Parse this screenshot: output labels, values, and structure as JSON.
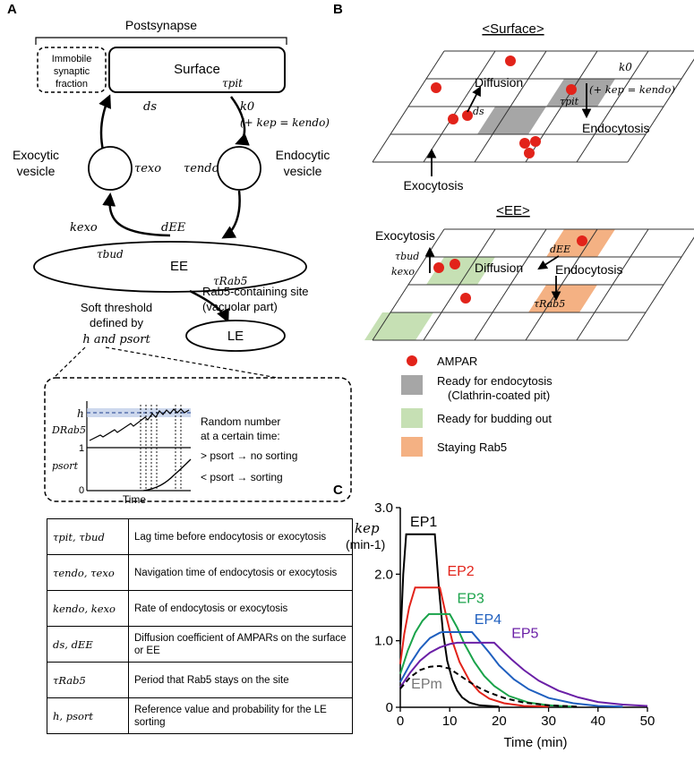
{
  "panels": {
    "a": "A",
    "b": "B",
    "c": "C"
  },
  "panelA": {
    "postsynapse": "Postsynapse",
    "immobile": [
      "Immobile",
      "synaptic",
      "fraction"
    ],
    "surface": "Surface",
    "tau_pit": "τpit",
    "d_s": "ds",
    "k0": "k0",
    "k0_note": "(+ kep = kendo)",
    "exocytic_vesicle": [
      "Exocytic",
      "vesicle"
    ],
    "endocytic_vesicle": [
      "Endocytic",
      "vesicle"
    ],
    "tau_exo": "τexo",
    "tau_endo": "τendo",
    "k_exo": "kexo",
    "d_EE": "dEE",
    "tau_bud": "τbud",
    "EE": "EE",
    "tau_Rab5": "τRab5",
    "rab5_site": [
      "Rab5-containing site",
      "(vacuolar part)"
    ],
    "soft_threshold": [
      "Soft threshold",
      "defined by",
      "h and psort"
    ],
    "LE": "LE",
    "inset": {
      "h": "h",
      "D_Rab5": "DRab5",
      "p_sort": "psort",
      "one": "1",
      "zero": "0",
      "time": "Time",
      "random_text": [
        "Random number",
        "at a certain time:"
      ],
      "no_sorting": "> psort → no sorting",
      "sorting": "< psort → sorting"
    },
    "table": [
      {
        "sym": "τpit, τbud",
        "desc": "Lag time before endocytosis or exocytosis"
      },
      {
        "sym": "τendo, τexo",
        "desc": "Navigation time of endocytosis or exocytosis"
      },
      {
        "sym": "kendo, kexo",
        "desc": "Rate of endocytosis or exocytosis"
      },
      {
        "sym": "ds, dEE",
        "desc": "Diffusion coefficient of AMPARs on the surface or EE"
      },
      {
        "sym": "τRab5",
        "desc": "Period that Rab5 stays on the site"
      },
      {
        "sym": "h, psort",
        "desc": "Reference value and probability for the LE sorting"
      }
    ]
  },
  "panelB": {
    "surface_title": "<Surface>",
    "diffusion": "Diffusion",
    "d_s": "ds",
    "k0": "k0",
    "k0_note": "(+ kep = kendo)",
    "tau_pit": "τpit",
    "endocytosis": "Endocytosis",
    "exocytosis": "Exocytosis",
    "ee_title": "<EE>",
    "ee_exocytosis": "Exocytosis",
    "tau_bud": "τbud",
    "k_exo": "kexo",
    "d_EE": "dEE",
    "ee_diffusion": "Diffusion",
    "ee_endocytosis": "Endocytosis",
    "tau_Rab5": "τRab5",
    "legend": [
      {
        "label": "AMPAR",
        "color": "#e2231a"
      },
      {
        "label": "Ready for endocytosis",
        "label2": "(Clathrin-coated pit)",
        "color": "#a6a6a6"
      },
      {
        "label": "Ready for budding out",
        "color": "#c6e0b4"
      },
      {
        "label": "Staying Rab5",
        "color": "#f4b183"
      }
    ],
    "colors": {
      "ampar": "#e2231a",
      "pit": "#a6a6a6",
      "bud": "#c6e0b4",
      "rab5": "#f4b183"
    }
  },
  "chart_data": {
    "type": "line",
    "ylabel": "kep",
    "yunit": "(min-1)",
    "xlabel": "Time (min)",
    "xlim": [
      0,
      50
    ],
    "ylim": [
      0,
      3.0
    ],
    "xticks": [
      "0",
      "10",
      "20",
      "30",
      "40",
      "50"
    ],
    "yticks": [
      "0",
      "1.0",
      "2.0",
      "3.0"
    ],
    "series": [
      {
        "name": "EP1",
        "color": "#000000",
        "dashed": false,
        "points": [
          [
            0,
            0.95
          ],
          [
            0.6,
            2.0
          ],
          [
            1.2,
            2.6
          ],
          [
            7,
            2.6
          ],
          [
            7.8,
            1.8
          ],
          [
            8.6,
            1.15
          ],
          [
            9.5,
            0.7
          ],
          [
            10.5,
            0.42
          ],
          [
            11.5,
            0.25
          ],
          [
            12.5,
            0.15
          ],
          [
            14,
            0.07
          ],
          [
            16,
            0.03
          ],
          [
            20,
            0.01
          ]
        ]
      },
      {
        "name": "EP2",
        "color": "#e2231a",
        "dashed": false,
        "points": [
          [
            0,
            0.65
          ],
          [
            0.8,
            1.1
          ],
          [
            1.8,
            1.5
          ],
          [
            3,
            1.8
          ],
          [
            8,
            1.8
          ],
          [
            9.2,
            1.4
          ],
          [
            10.5,
            1.0
          ],
          [
            12,
            0.68
          ],
          [
            14,
            0.4
          ],
          [
            16,
            0.23
          ],
          [
            18,
            0.13
          ],
          [
            21,
            0.06
          ],
          [
            25,
            0.02
          ],
          [
            30,
            0.01
          ]
        ]
      },
      {
        "name": "EP3",
        "color": "#1aa34a",
        "dashed": false,
        "points": [
          [
            0,
            0.5
          ],
          [
            1.5,
            0.85
          ],
          [
            3,
            1.12
          ],
          [
            4.5,
            1.3
          ],
          [
            5.8,
            1.4
          ],
          [
            10,
            1.4
          ],
          [
            11.5,
            1.2
          ],
          [
            13,
            0.95
          ],
          [
            15,
            0.68
          ],
          [
            17,
            0.47
          ],
          [
            19,
            0.32
          ],
          [
            22,
            0.17
          ],
          [
            26,
            0.07
          ],
          [
            30,
            0.03
          ],
          [
            35,
            0.01
          ]
        ]
      },
      {
        "name": "EP4",
        "color": "#1f5fbf",
        "dashed": false,
        "points": [
          [
            0,
            0.38
          ],
          [
            2,
            0.65
          ],
          [
            4,
            0.88
          ],
          [
            6,
            1.04
          ],
          [
            8,
            1.12
          ],
          [
            8.5,
            1.13
          ],
          [
            14.5,
            1.13
          ],
          [
            16,
            1.0
          ],
          [
            18,
            0.82
          ],
          [
            20,
            0.63
          ],
          [
            23,
            0.42
          ],
          [
            26,
            0.27
          ],
          [
            30,
            0.14
          ],
          [
            35,
            0.06
          ],
          [
            40,
            0.02
          ],
          [
            45,
            0.01
          ]
        ]
      },
      {
        "name": "EP5",
        "color": "#6a1fa6",
        "dashed": false,
        "points": [
          [
            0,
            0.3
          ],
          [
            2,
            0.52
          ],
          [
            4,
            0.7
          ],
          [
            6,
            0.82
          ],
          [
            8,
            0.9
          ],
          [
            10,
            0.95
          ],
          [
            11.5,
            0.97
          ],
          [
            19,
            0.97
          ],
          [
            20.5,
            0.86
          ],
          [
            22.5,
            0.72
          ],
          [
            25,
            0.56
          ],
          [
            28,
            0.4
          ],
          [
            32,
            0.25
          ],
          [
            36,
            0.15
          ],
          [
            40,
            0.08
          ],
          [
            45,
            0.04
          ],
          [
            50,
            0.02
          ]
        ]
      },
      {
        "name": "EPm",
        "color": "#000000",
        "dashed": true,
        "points": [
          [
            0,
            0.28
          ],
          [
            2,
            0.45
          ],
          [
            4,
            0.56
          ],
          [
            6,
            0.61
          ],
          [
            8,
            0.62
          ],
          [
            10,
            0.58
          ],
          [
            12,
            0.48
          ],
          [
            14,
            0.38
          ],
          [
            16,
            0.29
          ],
          [
            18,
            0.22
          ],
          [
            21,
            0.14
          ],
          [
            25,
            0.07
          ],
          [
            30,
            0.03
          ],
          [
            36,
            0.01
          ]
        ]
      }
    ]
  }
}
